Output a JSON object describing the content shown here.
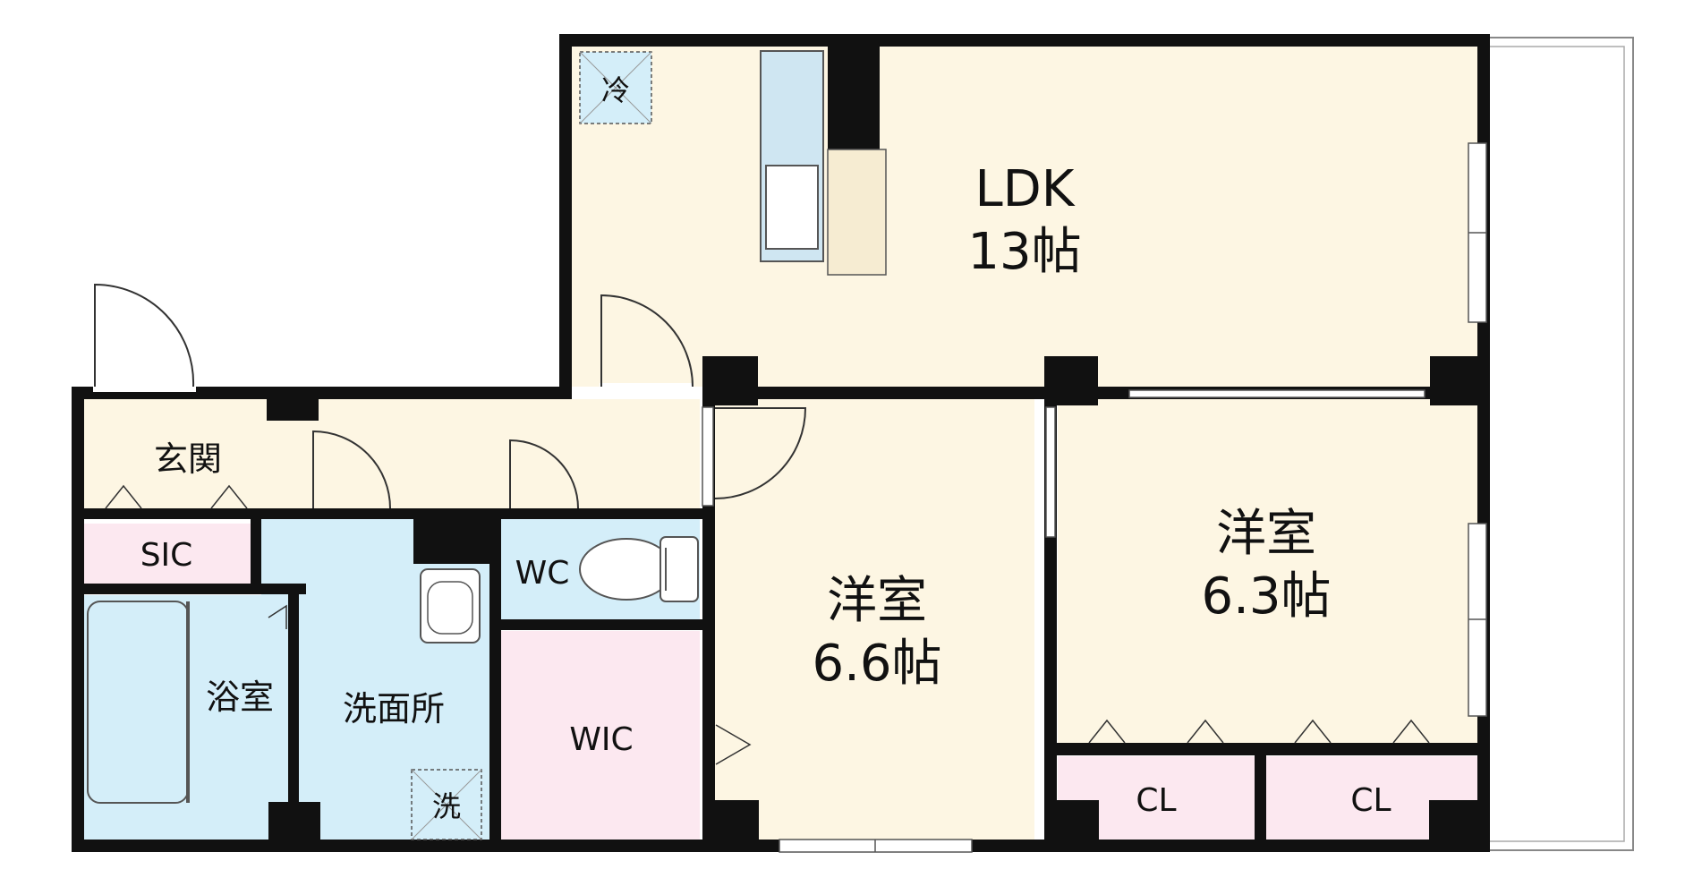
{
  "colors": {
    "wall": "#111111",
    "room_floor": "#fdf6e3",
    "wet_area": "#d4eef9",
    "storage": "#fce8f0",
    "outline": "#666666"
  },
  "rooms": {
    "ldk": {
      "name": "LDK",
      "size": "13帖"
    },
    "western_room_a": {
      "name": "洋室",
      "size": "6.6帖"
    },
    "western_room_b": {
      "name": "洋室",
      "size": "6.3帖"
    },
    "entrance": "玄関",
    "sic": "SIC",
    "bathroom": "浴室",
    "washroom": "洗面所",
    "wc": "WC",
    "wic": "WIC",
    "closet_a": "CL",
    "closet_b": "CL"
  },
  "fixtures": {
    "fridge": "冷",
    "washer": "洗"
  }
}
